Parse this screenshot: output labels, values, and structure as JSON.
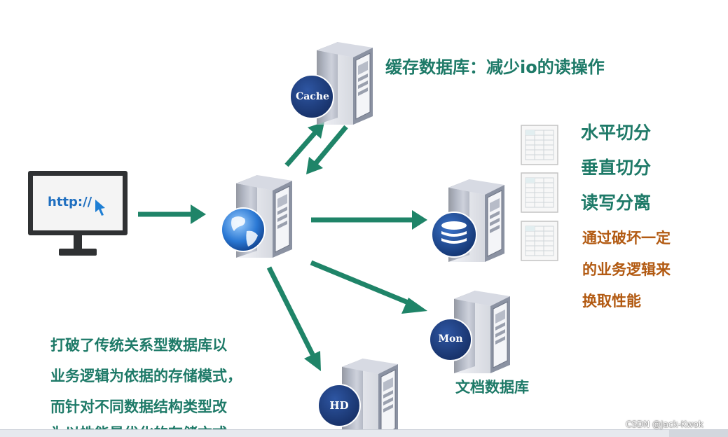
{
  "colors": {
    "arrow": "#1f8468",
    "label_teal": "#1e7a68",
    "label_orange": "#b25a12",
    "badge_blue": "#1f3d7a"
  },
  "client": {
    "url_text": "http://"
  },
  "servers": {
    "cache": {
      "badge": "Cache",
      "label": "缓存数据库：减少io的读操作"
    },
    "db": {
      "labels": [
        "水平切分",
        "垂直切分",
        "读写分离"
      ],
      "note_lines": [
        "通过破坏一定",
        "的业务逻辑来",
        "换取性能"
      ]
    },
    "mongo": {
      "badge": "Mon",
      "label": "文档数据库"
    },
    "hdfs": {
      "badge": "HD"
    }
  },
  "description_lines": [
    "打破了传统关系型数据库以",
    "业务逻辑为依据的存储模式，",
    "而针对不同数据结构类型改",
    "为以性能最优化的存储方式"
  ],
  "watermark": "CSDN @Jack-Kwok"
}
